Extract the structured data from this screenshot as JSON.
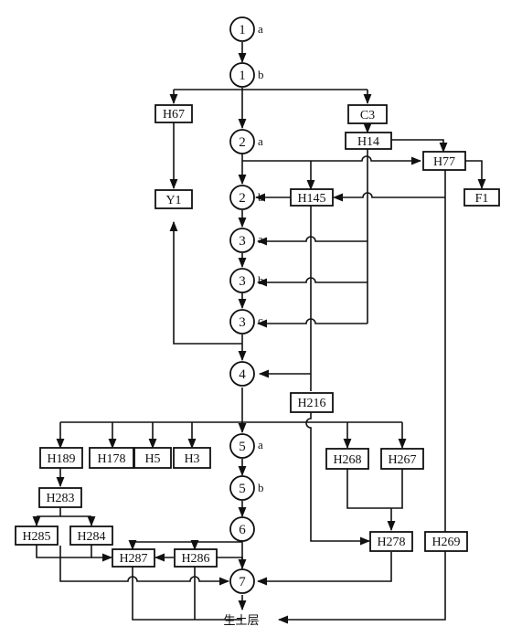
{
  "stratum": {
    "s1a": {
      "num": "1",
      "sub": "a"
    },
    "s1b": {
      "num": "1",
      "sub": "b"
    },
    "s2a": {
      "num": "2",
      "sub": "a"
    },
    "s2b": {
      "num": "2",
      "sub": "b"
    },
    "s3a": {
      "num": "3",
      "sub": "a"
    },
    "s3b": {
      "num": "3",
      "sub": "b"
    },
    "s3c": {
      "num": "3",
      "sub": "c"
    },
    "s4": {
      "num": "4"
    },
    "s5a": {
      "num": "5",
      "sub": "a"
    },
    "s5b": {
      "num": "5",
      "sub": "b"
    },
    "s6": {
      "num": "6"
    },
    "s7": {
      "num": "7"
    }
  },
  "features": {
    "H67": "H67",
    "C3": "C3",
    "H14": "H14",
    "H77": "H77",
    "F1": "F1",
    "Y1": "Y1",
    "H145": "H145",
    "H216": "H216",
    "H189": "H189",
    "H178": "H178",
    "H5": "H5",
    "H3": "H3",
    "H268": "H268",
    "H267": "H267",
    "H283": "H283",
    "H285": "H285",
    "H284": "H284",
    "H287": "H287",
    "H286": "H286",
    "H278": "H278",
    "H269": "H269"
  },
  "base_label": "生土层"
}
